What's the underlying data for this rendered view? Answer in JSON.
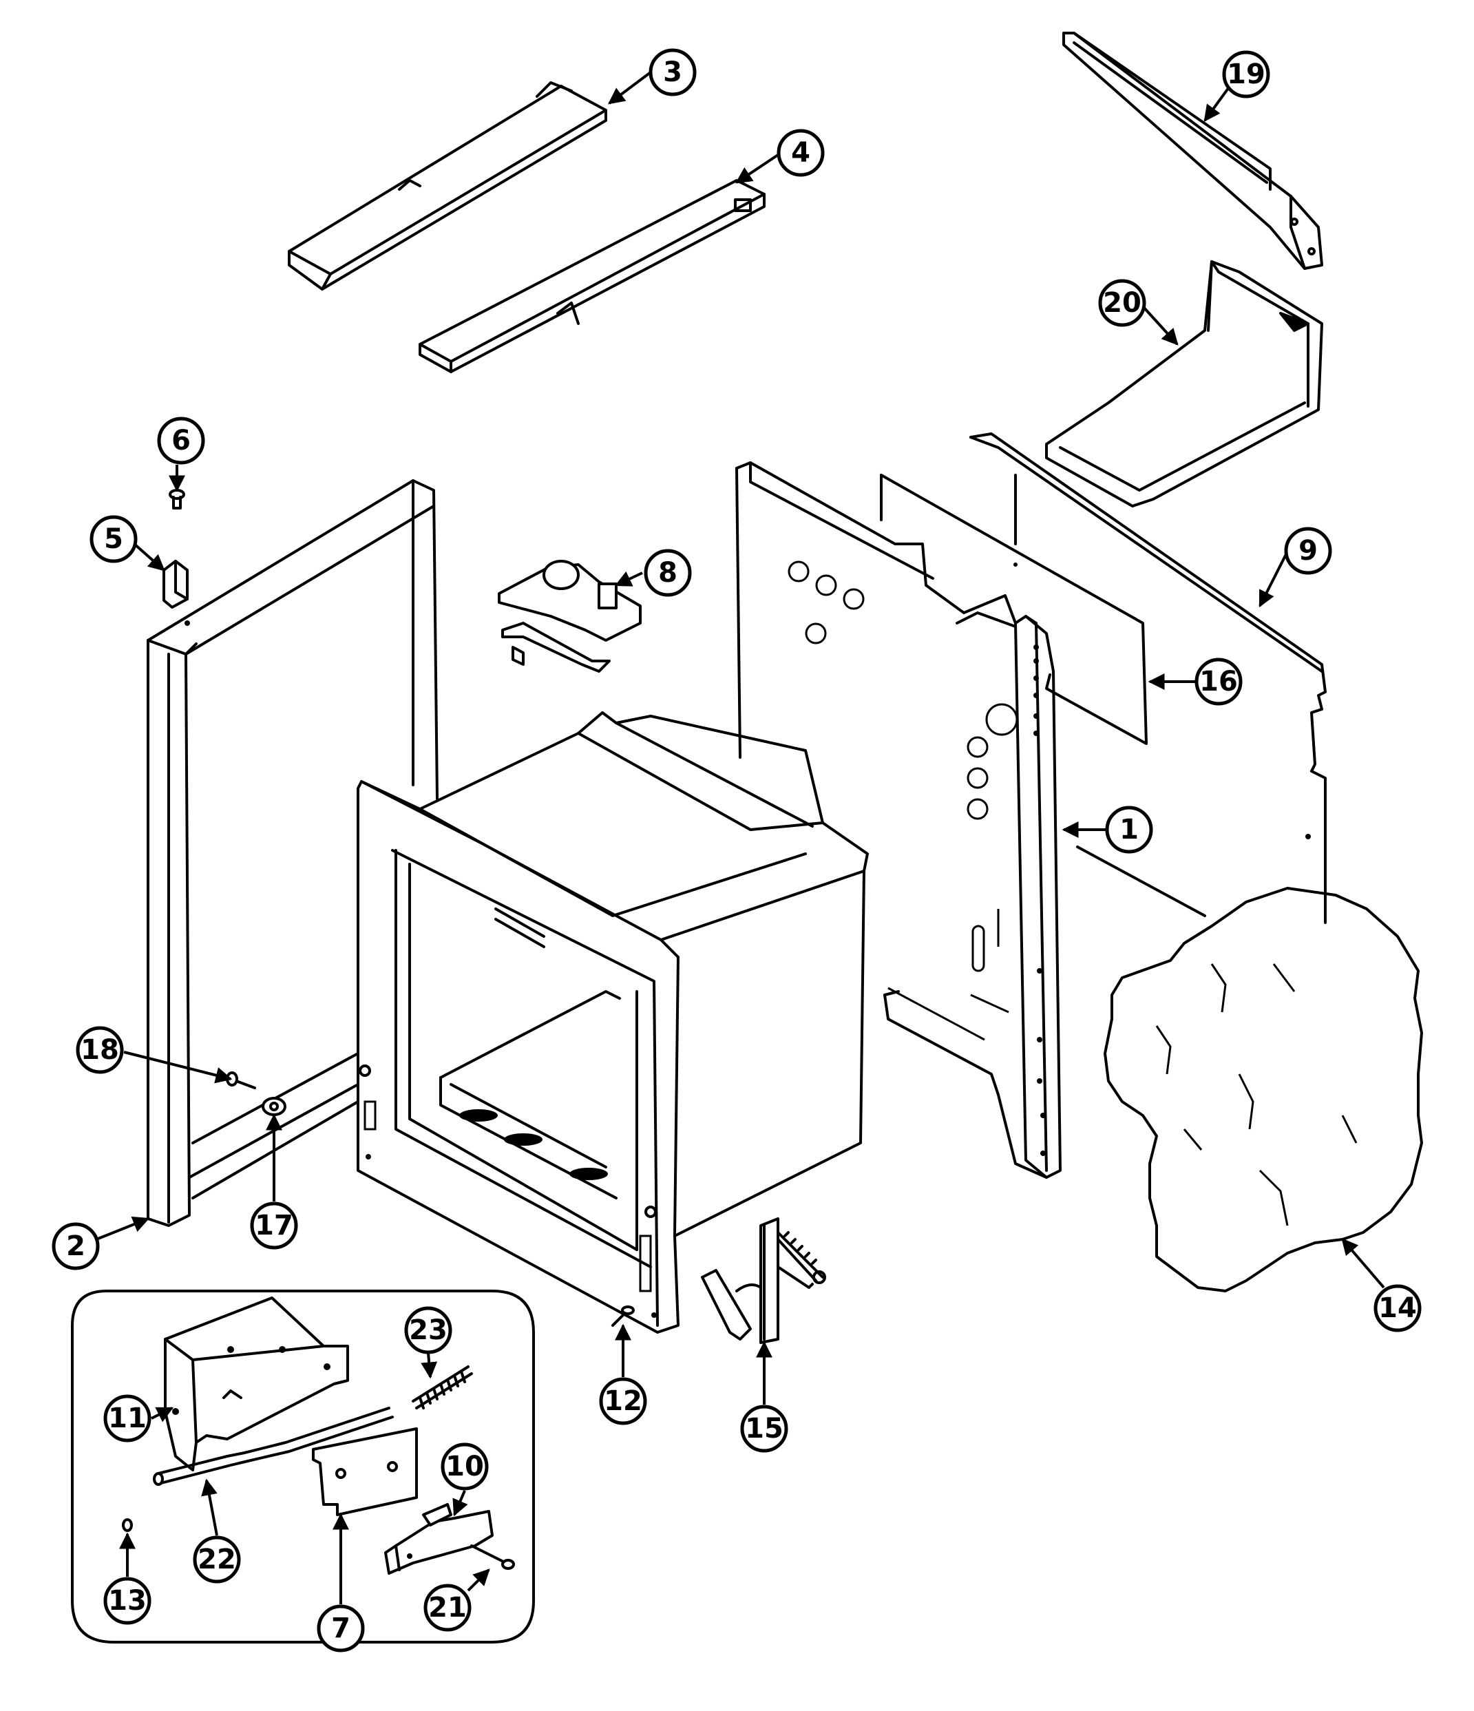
{
  "callouts": [
    {
      "id": "1",
      "label": "1"
    },
    {
      "id": "2",
      "label": "2"
    },
    {
      "id": "3",
      "label": "3"
    },
    {
      "id": "4",
      "label": "4"
    },
    {
      "id": "5",
      "label": "5"
    },
    {
      "id": "6",
      "label": "6"
    },
    {
      "id": "7",
      "label": "7"
    },
    {
      "id": "8",
      "label": "8"
    },
    {
      "id": "9",
      "label": "9"
    },
    {
      "id": "10",
      "label": "10"
    },
    {
      "id": "11",
      "label": "11"
    },
    {
      "id": "12",
      "label": "12"
    },
    {
      "id": "13",
      "label": "13"
    },
    {
      "id": "14",
      "label": "14"
    },
    {
      "id": "15",
      "label": "15"
    },
    {
      "id": "16",
      "label": "16"
    },
    {
      "id": "17",
      "label": "17"
    },
    {
      "id": "18",
      "label": "18"
    },
    {
      "id": "19",
      "label": "19"
    },
    {
      "id": "20",
      "label": "20"
    },
    {
      "id": "21",
      "label": "21"
    },
    {
      "id": "22",
      "label": "22"
    },
    {
      "id": "23",
      "label": "23"
    }
  ]
}
